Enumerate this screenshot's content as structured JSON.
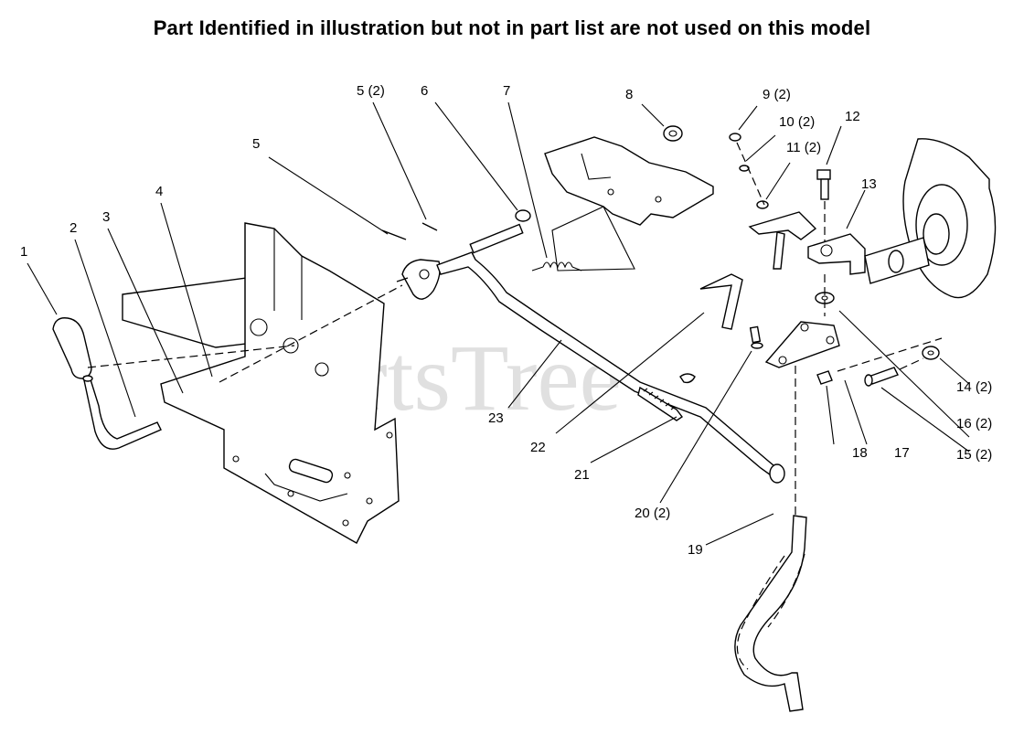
{
  "header": {
    "title": "Part Identified in illustration but not in part list are not used on this model"
  },
  "watermark": "PartsTree",
  "callouts": {
    "c1": "1",
    "c2": "2",
    "c3": "3",
    "c4": "4",
    "c5": "5",
    "c5b": "5 (2)",
    "c6": "6",
    "c7": "7",
    "c8": "8",
    "c9": "9 (2)",
    "c10": "10 (2)",
    "c11": "11 (2)",
    "c12": "12",
    "c13": "13",
    "c14": "14 (2)",
    "c15": "15 (2)",
    "c16": "16 (2)",
    "c17": "17",
    "c18": "18",
    "c19": "19",
    "c20": "20 (2)",
    "c21": "21",
    "c22": "22",
    "c23": "23"
  }
}
